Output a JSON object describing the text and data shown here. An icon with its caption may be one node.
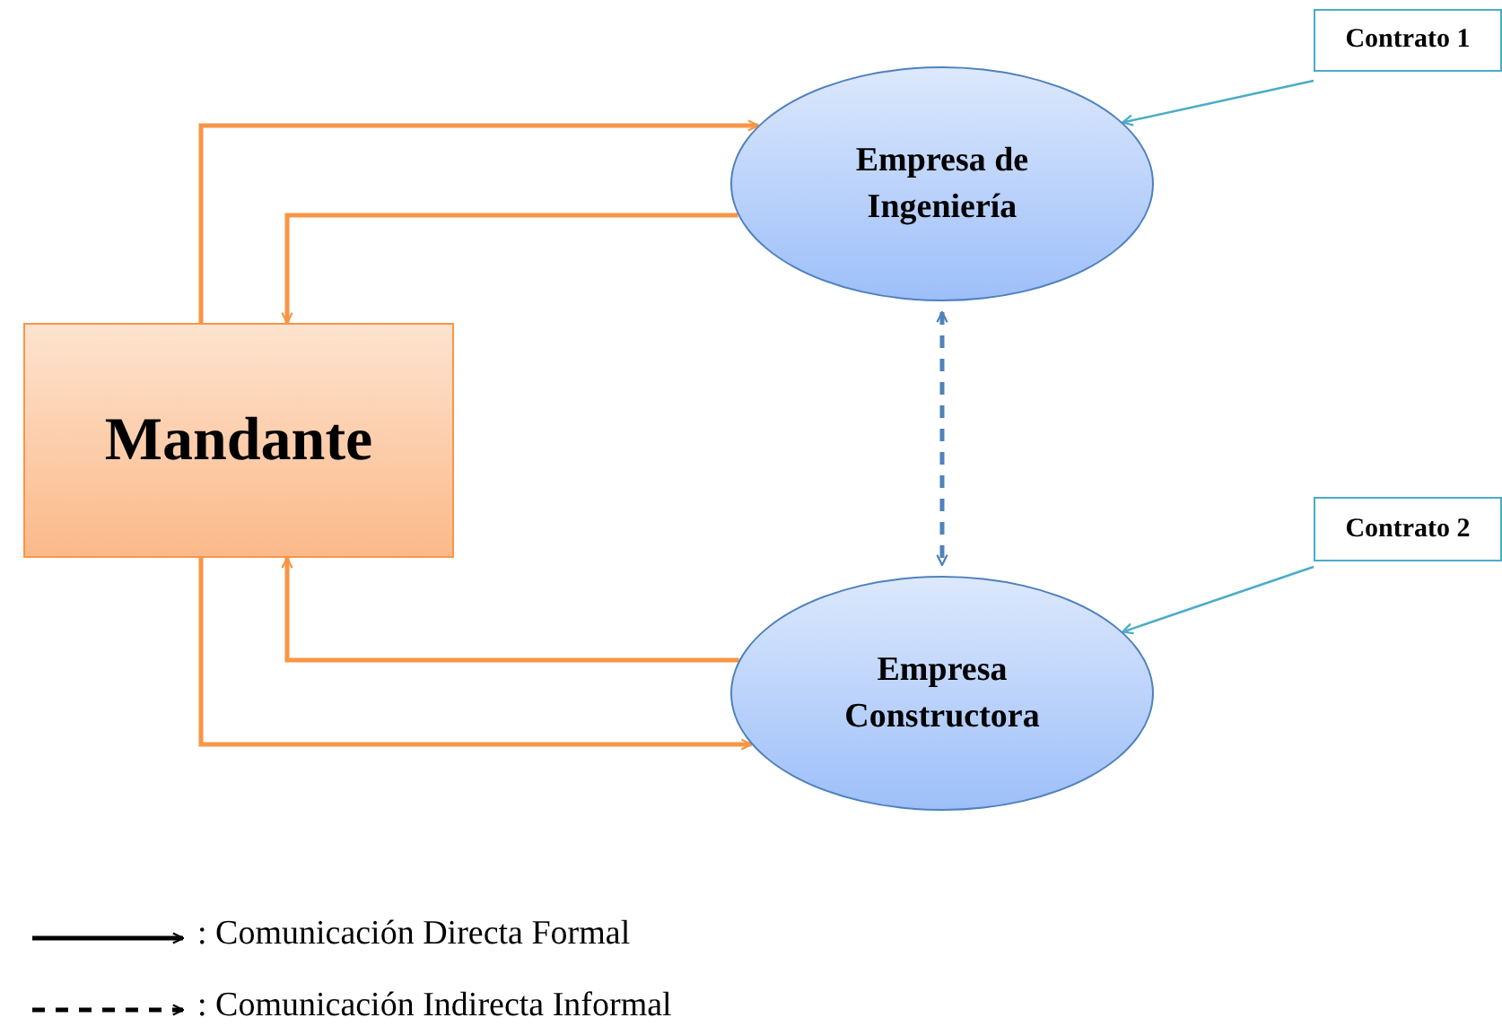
{
  "diagram": {
    "nodes": [
      {
        "text": [
          "Mandante"
        ]
      },
      {
        "text": [
          "Empresa de Ingeniería"
        ]
      },
      {
        "text": [
          "Empresa Constructora"
        ]
      },
      {
        "text": [
          "Contrato 1"
        ]
      },
      {
        "text": [
          "Contrato 2"
        ]
      }
    ],
    "edges": [
      {
        "from": 0,
        "to": 1,
        "arrow": "to"
      },
      {
        "from": 1,
        "to": 0,
        "arrow": "to"
      },
      {
        "from": 2,
        "to": 0,
        "arrow": "to"
      },
      {
        "from": 0,
        "to": 2,
        "arrow": "to"
      },
      {
        "from": 1,
        "to": 2,
        "arrow": "both",
        "style": "dashed",
        "color": "#4f81bd"
      },
      {
        "from": 3,
        "to": 1,
        "arrow": "to",
        "color": "#4bacc6"
      },
      {
        "from": 4,
        "to": 2,
        "arrow": "to",
        "color": "#4bacc6"
      }
    ],
    "legend": [
      {
        "text": ": Comunicación Directa Formal"
      },
      {
        "text": ": Comunicación Indirecta Informal"
      }
    ]
  }
}
